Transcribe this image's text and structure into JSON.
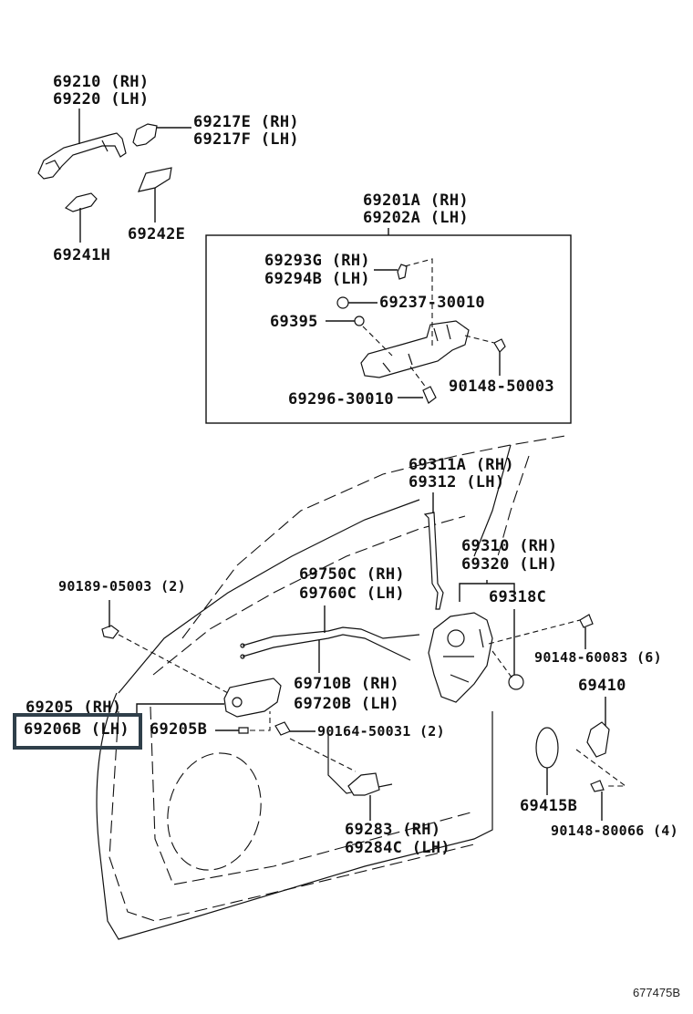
{
  "diagram": {
    "type": "exploded-parts-diagram",
    "subject": "front door lock & handle assembly",
    "drawing_code": "677475B",
    "highlighted_part": "69206B (LH)",
    "highlight_color": "#2f3f4a"
  },
  "labels": {
    "outside_handle": {
      "rh": "69210 (RH)",
      "lh": "69220 (LH)"
    },
    "handle_cover": {
      "rh": "69217E (RH)",
      "lh": "69217F (LH)"
    },
    "pad_front": "69241H",
    "pad_rear": "69242E",
    "handle_frame": {
      "rh": "69201A (RH)",
      "lh": "69202A (LH)"
    },
    "frame_inner": {
      "rh": "69293G (RH)",
      "lh": "69294B (LH)"
    },
    "grommet": "69237-30010",
    "clip": "69395",
    "frame_screw": "69296-30010",
    "frame_bolt": "90148-50003",
    "rod": {
      "rh": "69311A (RH)",
      "lh": "69312 (LH)"
    },
    "lock_assembly": {
      "rh": "69310 (RH)",
      "lh": "69320 (LH)"
    },
    "lock_cushion": "69318C",
    "clip_two": "90189-05003 (2)",
    "cable_upper": {
      "rh": "69750C (RH)",
      "lh": "69760C (LH)"
    },
    "cable_lower": {
      "rh": "69710B (RH)",
      "lh": "69720B (LH)"
    },
    "inside_handle": {
      "rh": "69205 (RH)",
      "lh": "69206B (LH)"
    },
    "inside_handle_cap": "69205B",
    "inside_handle_screw": "90164-50031 (2)",
    "lock_screw": "90148-60083 (6)",
    "striker": "69410",
    "striker_plate": "69415B",
    "striker_screw": "90148-80066 (4)",
    "pull_handle": {
      "rh": "69283 (RH)",
      "lh": "69284C (LH)"
    }
  }
}
